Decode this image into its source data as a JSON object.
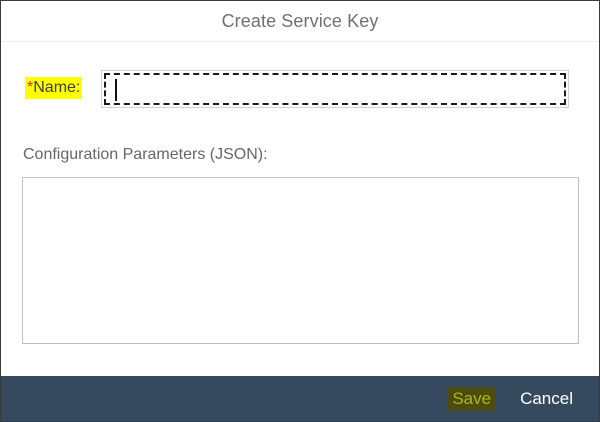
{
  "dialog": {
    "title": "Create Service Key",
    "accent_color": "#354a5f",
    "highlight_color": "#ffff00",
    "required_marker_color": "#cc3333"
  },
  "form": {
    "name_field": {
      "required_marker": "*",
      "label": "Name:",
      "value": "",
      "focused": true
    },
    "config_field": {
      "label": "Configuration Parameters (JSON):",
      "value": ""
    }
  },
  "footer": {
    "save_label": "Save",
    "save_text_color": "#b3b312",
    "save_background_color": "#4c4c10",
    "cancel_label": "Cancel",
    "cancel_text_color": "#ffffff"
  }
}
